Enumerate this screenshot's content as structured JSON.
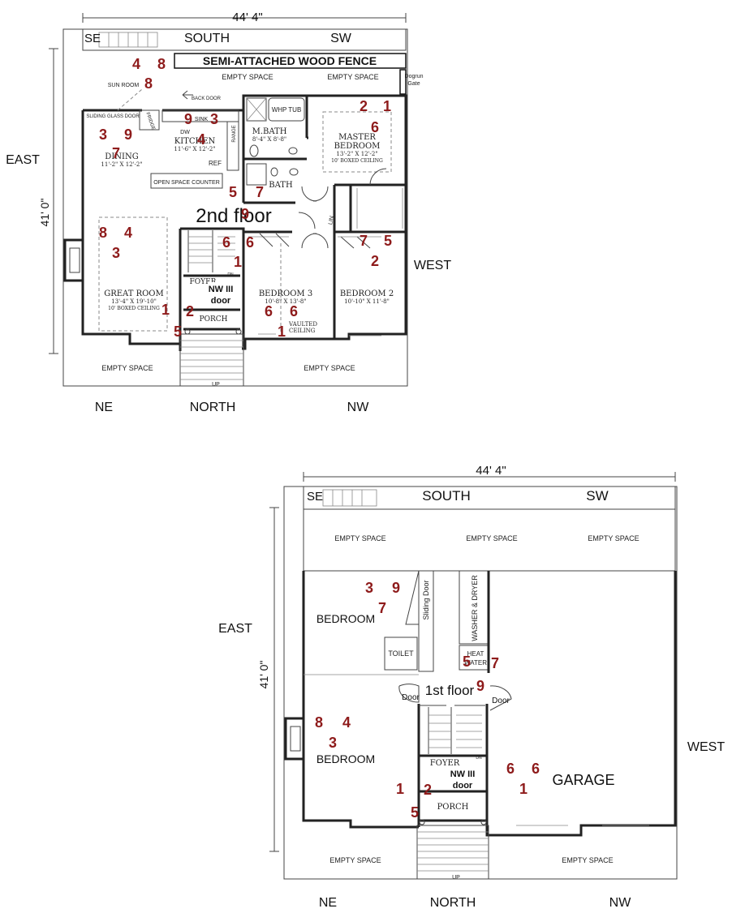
{
  "upper_plan": {
    "width_dim": "44' 4\"",
    "depth_dim": "41' 0\"",
    "compass": {
      "se": "SE",
      "south": "SOUTH",
      "sw": "SW",
      "east": "EAST",
      "west": "WEST",
      "ne": "NE",
      "north": "NORTH",
      "nw": "NW"
    },
    "fence_label": "SEMI-ATTACHED WOOD FENCE",
    "floor_label": "2nd floor",
    "labels": {
      "empty_space_top_left": "EMPTY SPACE",
      "empty_space_top_right": "EMPTY SPACE",
      "empty_space_bottom_left": "EMPTY SPACE",
      "empty_space_bottom_right": "EMPTY SPACE",
      "dogrun_1": "Dogrun",
      "dogrun_2": "Gate",
      "sun_room": "SUN ROOM",
      "back_door": "BACK DOOR",
      "sliding_glass_door": "SLIDING GLASS DOOR",
      "fridge": "FRIDGE",
      "sink": "SINK",
      "dw": "DW",
      "range": "RANGE",
      "ref": "REF",
      "open_counter": "OPEN SPACE COUNTER",
      "whp_tub": "WHP TUB",
      "lin": "LIN",
      "dn": "DN",
      "up": "UP",
      "nw_door_1": "NW III",
      "nw_door_2": "door"
    },
    "rooms": {
      "kitchen": {
        "name": "KITCHEN",
        "dim": "11'-6\" X 12'-2\""
      },
      "dining": {
        "name": "DINING",
        "dim": "11'-2\" X 12'-2\""
      },
      "mbath": {
        "name": "M.BATH",
        "dim": "8'-4\" X 8'-8\""
      },
      "master": {
        "name": "MASTER",
        "name2": "BEDROOM",
        "dim": "13'-2\" X 12'-2\"",
        "note": "10' BOXED CEILING"
      },
      "bath": {
        "name": "BATH"
      },
      "great": {
        "name": "GREAT ROOM",
        "dim": "13'-4\" X 19'-10\"",
        "note": "10' BOXED CEILING"
      },
      "foyer": {
        "name": "FOYER"
      },
      "porch": {
        "name": "PORCH"
      },
      "bed3": {
        "name": "BEDROOM 3",
        "dim": "10'-8\" X 13'-8\"",
        "note": "VAULTED",
        "note2": "CEILING"
      },
      "bed2": {
        "name": "BEDROOM 2",
        "dim": "10'-10\" X 11'-8\""
      }
    },
    "numbers": [
      "4",
      "8",
      "8",
      "9",
      "3",
      "3",
      "9",
      "7",
      "4",
      "2",
      "1",
      "6",
      "5",
      "7",
      "9",
      "8",
      "4",
      "3",
      "6",
      "6",
      "1",
      "2",
      "5",
      "6",
      "6",
      "1",
      "1",
      "7",
      "5",
      "2"
    ]
  },
  "lower_plan": {
    "width_dim": "44' 4\"",
    "depth_dim": "41' 0\"",
    "compass": {
      "se": "SE",
      "south": "SOUTH",
      "sw": "SW",
      "east": "EAST",
      "west": "WEST",
      "ne": "NE",
      "north": "NORTH",
      "nw": "NW"
    },
    "floor_label": "1st floor",
    "labels": {
      "empty_space_1": "EMPTY SPACE",
      "empty_space_2": "EMPTY SPACE",
      "empty_space_3": "EMPTY SPACE",
      "empty_space_bottom_left": "EMPTY SPACE",
      "empty_space_bottom_right": "EMPTY SPACE",
      "bedroom_top": "BEDROOM",
      "sliding_door": "Sliding Door",
      "washer_dryer": "WASHER & DRYER",
      "toilet": "TOILET",
      "heat_1": "HEAT",
      "heat_2": "WATER",
      "door_left": "Door",
      "door_right": "Door",
      "bedroom_bottom": "BEDROOM",
      "foyer": "FOYER",
      "nw_door_1": "NW III",
      "nw_door_2": "door",
      "porch": "PORCH",
      "garage": "GARAGE",
      "dn": "DN",
      "up": "UP"
    },
    "numbers": [
      "3",
      "9",
      "7",
      "5",
      "7",
      "9",
      "8",
      "4",
      "3",
      "6",
      "6",
      "1",
      "1",
      "2",
      "5"
    ]
  }
}
